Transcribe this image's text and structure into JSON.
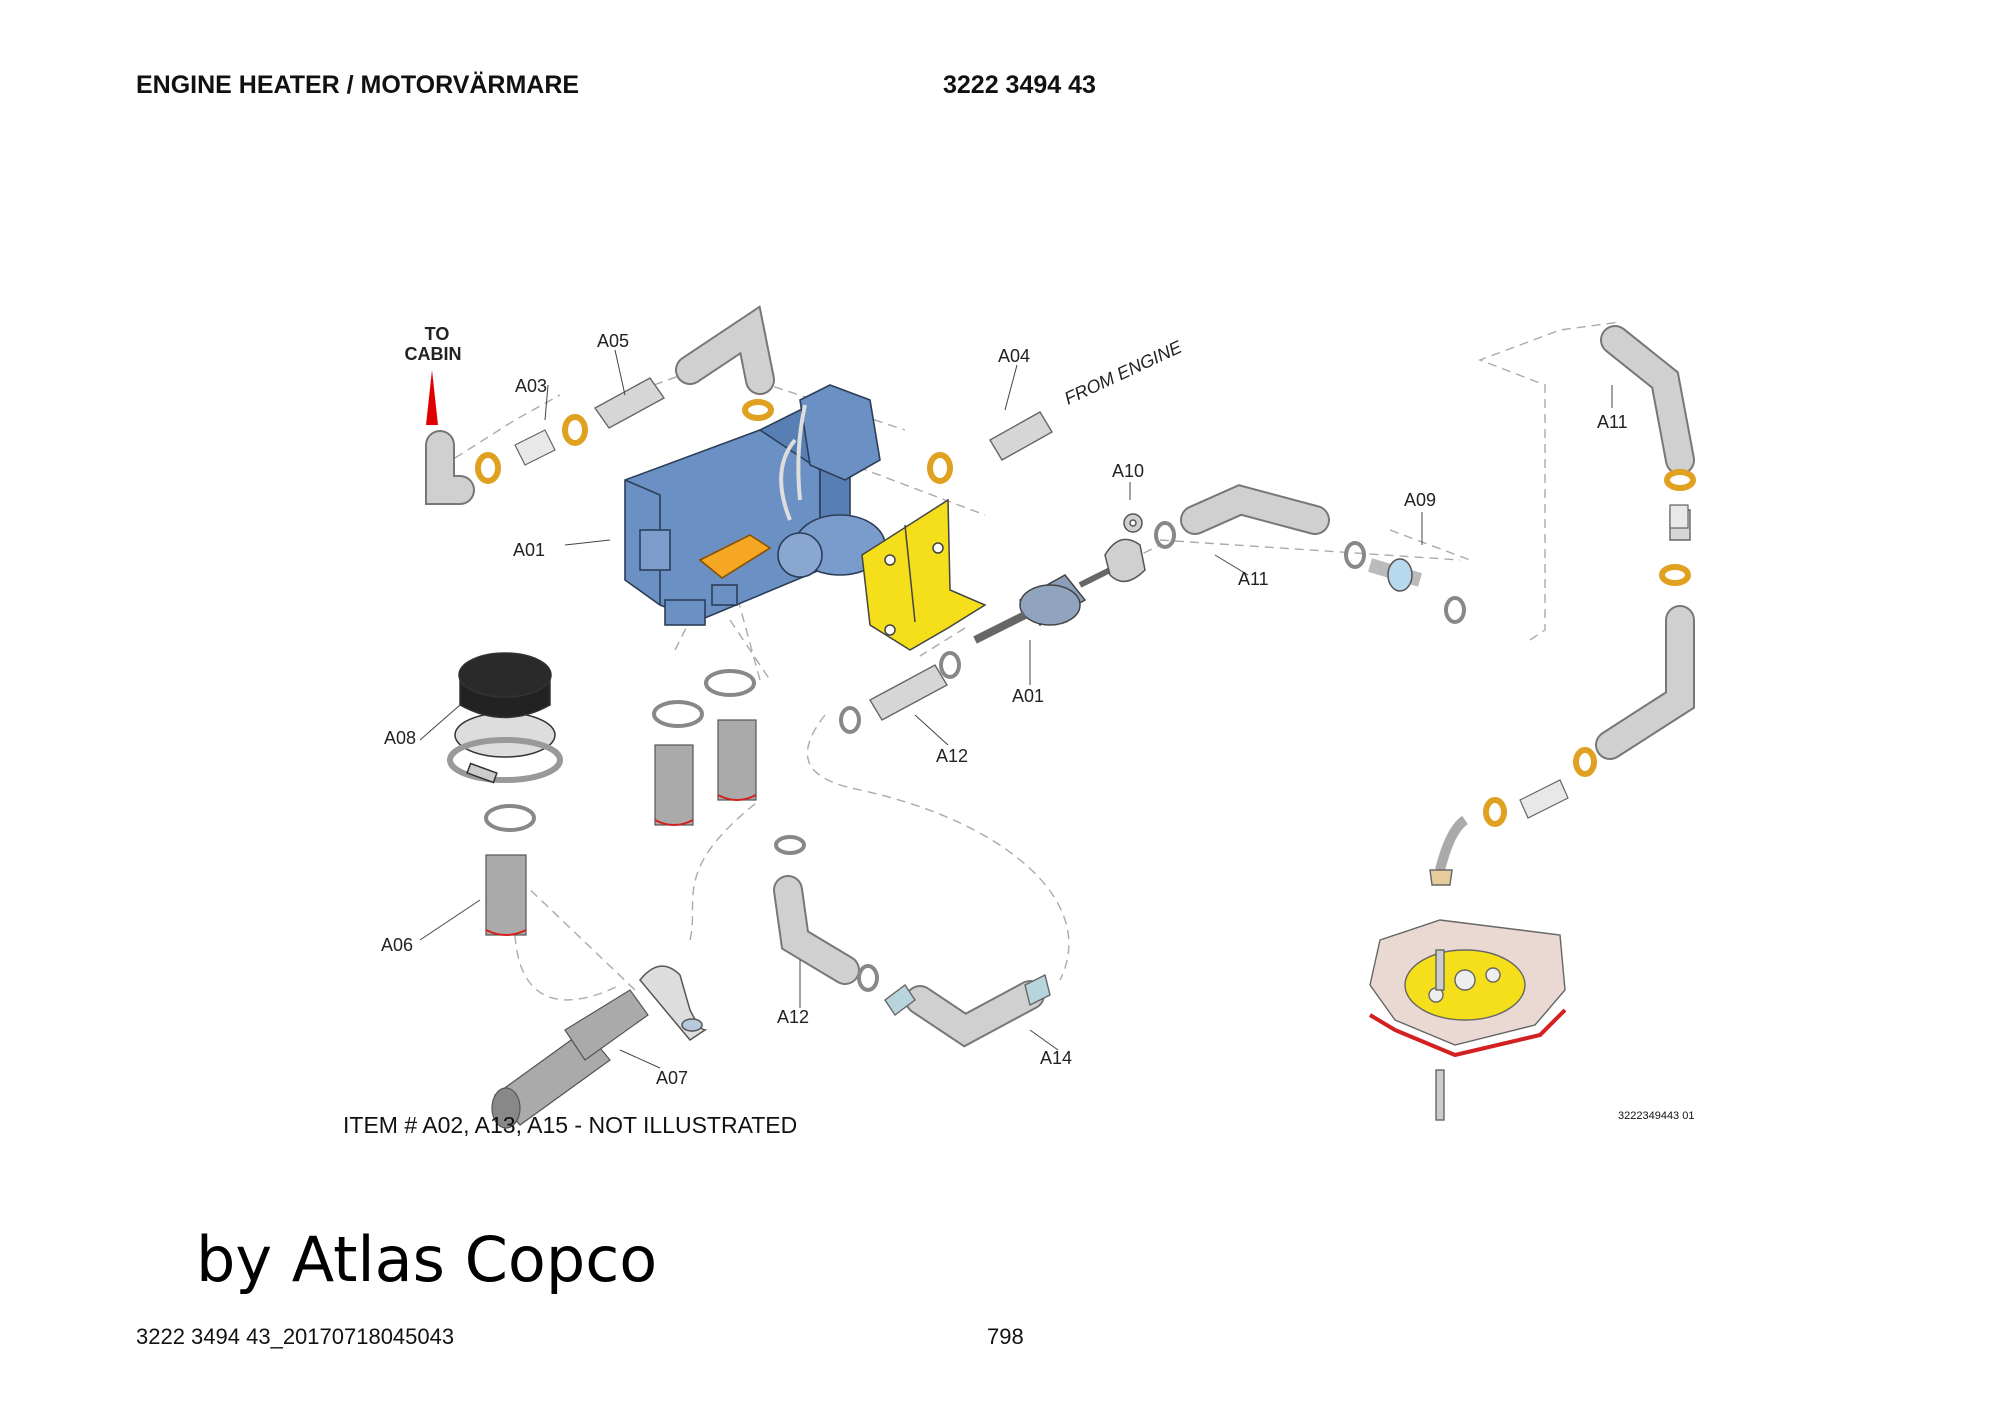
{
  "header": {
    "title": "ENGINE HEATER / MOTORVÄRMARE",
    "doc_number": "3222 3494 43"
  },
  "diagram": {
    "to_cabin": [
      "TO",
      "CABIN"
    ],
    "from_engine": "FROM ENGINE",
    "labels": {
      "a01_heater": "A01",
      "a01_pump": "A01",
      "a03": "A03",
      "a04": "A04",
      "a05": "A05",
      "a06": "A06",
      "a07": "A07",
      "a08": "A08",
      "a09": "A09",
      "a10": "A10",
      "a11_mid": "A11",
      "a11_right": "A11",
      "a12_upper": "A12",
      "a12_lower": "A12",
      "a14": "A14"
    },
    "note": "ITEM # A02, A13, A15 - NOT ILLUSTRATED",
    "drawing_code": "3222349443 01",
    "colors": {
      "heater_body": "#6a90c4",
      "bracket": "#f5de1a",
      "clamp_ring": "#e0a020",
      "hose": "#c8c8c8",
      "arrow": "#e00000",
      "tank_edge": "#d42020"
    }
  },
  "branding": "by Atlas Copco",
  "footer": {
    "file_id": "3222 3494 43_20170718045043",
    "page": "798"
  }
}
